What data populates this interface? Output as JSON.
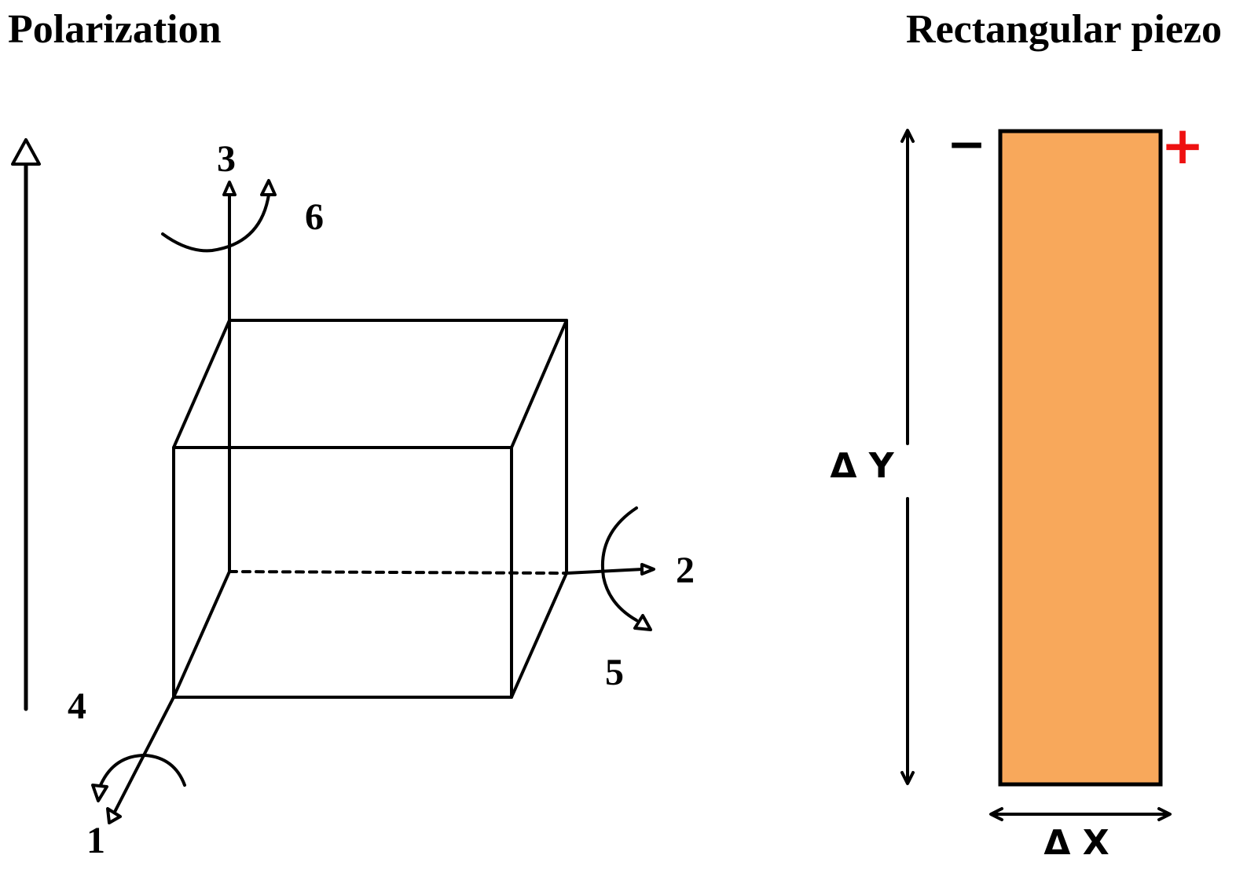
{
  "titles": {
    "left": "Polarization",
    "right": "Rectangular piezo"
  },
  "axis_labels": {
    "axis_1": "1",
    "axis_2": "2",
    "axis_3": "3",
    "rot_4": "4",
    "rot_5": "5",
    "rot_6": "6"
  },
  "piezo": {
    "height_label": "Δ Y",
    "width_label": "Δ X",
    "negative_sign": "−",
    "positive_sign": "+",
    "fill_color": "#f8a85b",
    "positive_color": "#ee1111"
  }
}
